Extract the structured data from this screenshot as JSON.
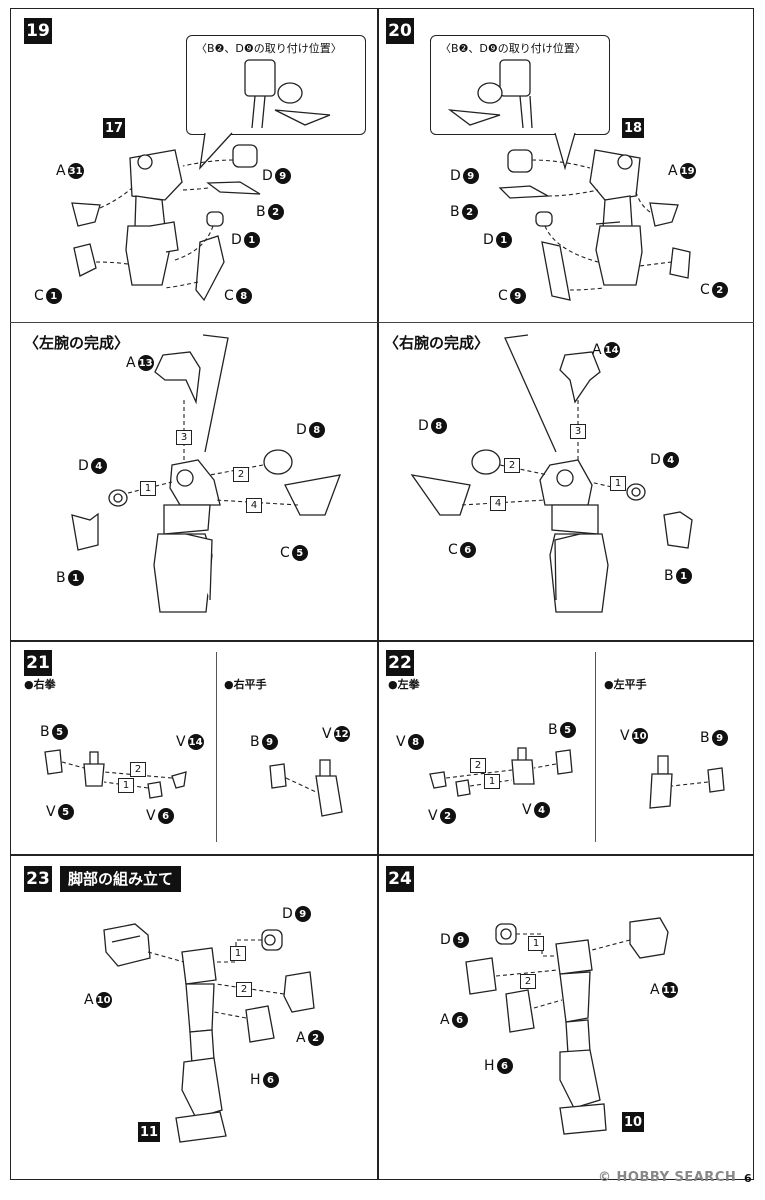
{
  "steps": {
    "s19": {
      "number": "19",
      "callout_label": "〈B❷、D❾の取り付け位置〉",
      "assembly_callout": "17",
      "section_title": "〈左腕の完成〉",
      "labels": {
        "a": "A",
        "a_n": "31",
        "d9": "D",
        "d9_n": "9",
        "b2": "B",
        "b2_n": "2",
        "d1": "D",
        "d1_n": "1",
        "c1": "C",
        "c1_n": "1",
        "c8": "C",
        "c8_n": "8"
      },
      "complete": {
        "a": "A",
        "a_n": "13",
        "d8": "D",
        "d8_n": "8",
        "d4": "D",
        "d4_n": "4",
        "b1": "B",
        "b1_n": "1",
        "c5": "C",
        "c5_n": "5"
      },
      "order": [
        "1",
        "2",
        "3",
        "4"
      ]
    },
    "s20": {
      "number": "20",
      "callout_label": "〈B❷、D❾の取り付け位置〉",
      "assembly_callout": "18",
      "section_title": "〈右腕の完成〉",
      "labels": {
        "d9": "D",
        "d9_n": "9",
        "a": "A",
        "a_n": "19",
        "b2": "B",
        "b2_n": "2",
        "d1": "D",
        "d1_n": "1",
        "c9": "C",
        "c9_n": "9",
        "c2": "C",
        "c2_n": "2"
      },
      "complete": {
        "a": "A",
        "a_n": "14",
        "d8": "D",
        "d8_n": "8",
        "d4": "D",
        "d4_n": "4",
        "c6": "C",
        "c6_n": "6",
        "b1": "B",
        "b1_n": "1"
      },
      "order": [
        "1",
        "2",
        "3",
        "4"
      ]
    },
    "s21": {
      "number": "21",
      "left_title": "●右拳",
      "right_title": "●右平手",
      "labels": {
        "b5": "B",
        "b5_n": "5",
        "v14": "V",
        "v14_n": "14",
        "v5": "V",
        "v5_n": "5",
        "v6": "V",
        "v6_n": "6",
        "b9": "B",
        "b9_n": "9",
        "v12": "V",
        "v12_n": "12"
      },
      "order": [
        "1",
        "2"
      ]
    },
    "s22": {
      "number": "22",
      "left_title": "●左拳",
      "right_title": "●左平手",
      "labels": {
        "v8": "V",
        "v8_n": "8",
        "b5": "B",
        "b5_n": "5",
        "v2": "V",
        "v2_n": "2",
        "v4": "V",
        "v4_n": "4",
        "v10": "V",
        "v10_n": "10",
        "b9": "B",
        "b9_n": "9"
      },
      "order": [
        "1",
        "2"
      ]
    },
    "s23": {
      "number": "23",
      "title": "脚部の組み立て",
      "assembly_callout": "11",
      "labels": {
        "d9": "D",
        "d9_n": "9",
        "a10": "A",
        "a10_n": "10",
        "a2": "A",
        "a2_n": "2",
        "h6": "H",
        "h6_n": "6"
      },
      "order": [
        "1",
        "2"
      ]
    },
    "s24": {
      "number": "24",
      "assembly_callout": "10",
      "labels": {
        "d9": "D",
        "d9_n": "9",
        "a11": "A",
        "a11_n": "11",
        "a6": "A",
        "a6_n": "6",
        "h6": "H",
        "h6_n": "6"
      },
      "order": [
        "1",
        "2"
      ]
    }
  },
  "footer": {
    "watermark": "© HOBBY SEARCH",
    "page_number": "6"
  }
}
